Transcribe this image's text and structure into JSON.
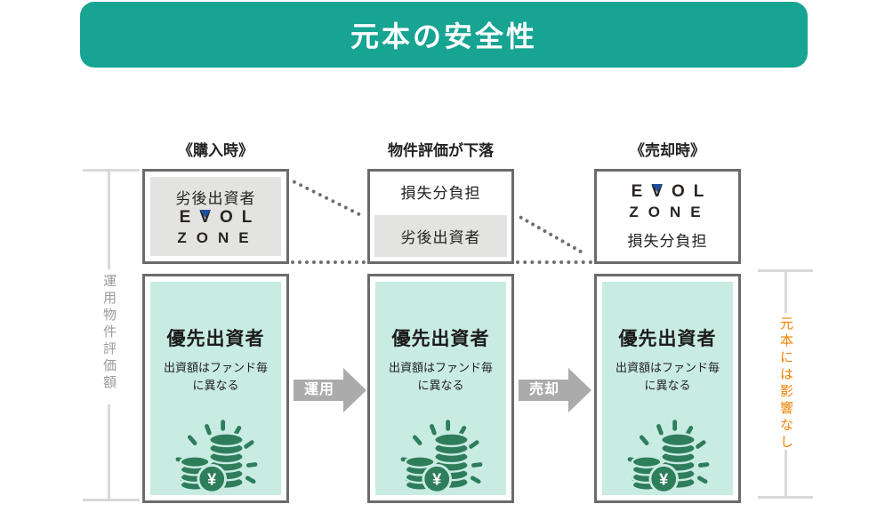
{
  "title": "元本の安全性",
  "side_labels": {
    "left": "運用物件評価額",
    "right": "元本には影響なし"
  },
  "columns": [
    {
      "heading": "《購入時》",
      "upper": {
        "label": "劣後出資者"
      },
      "lower": {
        "title": "優先出資者",
        "note1": "出資額はファンド毎",
        "note2": "に異なる"
      }
    },
    {
      "heading": "物件評価が下落",
      "upper": {
        "loss_label": "損失分負担",
        "label": "劣後出資者"
      },
      "lower": {
        "title": "優先出資者",
        "note1": "出資額はファンド毎",
        "note2": "に異なる"
      }
    },
    {
      "heading": "《売却時》",
      "upper": {
        "loss_label": "損失分負担"
      },
      "lower": {
        "title": "優先出資者",
        "note1": "出資額はファンド毎",
        "note2": "に異なる"
      }
    }
  ],
  "arrows": [
    {
      "label": "運用"
    },
    {
      "label": "売却"
    }
  ],
  "logo": {
    "letters": [
      "E",
      "V",
      "O",
      "L"
    ],
    "line2": "ZONE"
  },
  "icons": {
    "yen_symbol": "¥",
    "coins": "coins-yen-icon",
    "triangle": "logo-triangle-icon"
  },
  "colors": {
    "banner_teal": "#17a492",
    "mint": "#c8ebe2",
    "icon_green": "#2e7d5b",
    "border_gray": "#6b6b6b",
    "inner_gray": "#e3e3e1",
    "arrow_gray": "#ababab",
    "bracket_gray": "#d9d9d9",
    "accent_orange": "#ee8100",
    "logo_blue": "#1d4f9f"
  }
}
